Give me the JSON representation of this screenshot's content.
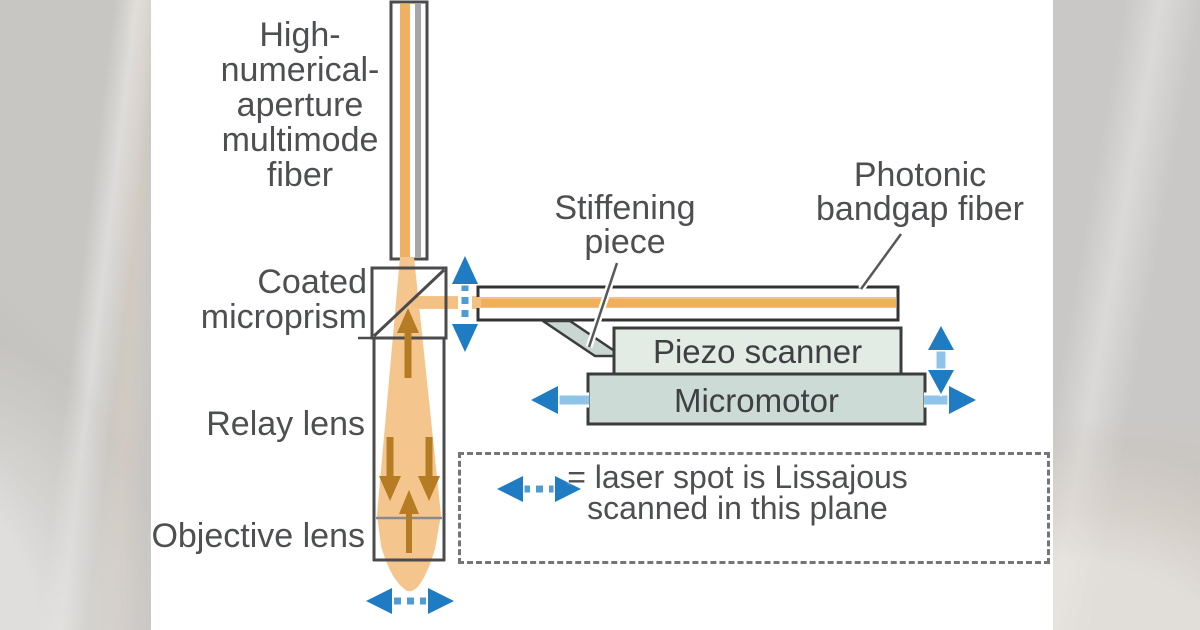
{
  "figure": {
    "type": "optical-schematic",
    "description": "Fiber-optic Lissajous scanning probe schematic",
    "background": "#ffffff",
    "side_panel_color": "#c8c6c3"
  },
  "labels": {
    "multimode_fiber": {
      "lines": [
        "High-",
        "numerical-",
        "aperture",
        "multimode",
        "fiber"
      ]
    },
    "coated_microprism": {
      "lines": [
        "Coated",
        "microprism"
      ]
    },
    "relay_lens": "Relay lens",
    "objective_lens": "Objective lens",
    "stiffening_piece": {
      "lines": [
        "Stiffening",
        "piece"
      ]
    },
    "photonic_bandgap_fiber": {
      "lines": [
        "Photonic",
        "bandgap fiber"
      ]
    },
    "piezo_scanner": "Piezo scanner",
    "micromotor": "Micromotor"
  },
  "legend": {
    "icon": "double-headed-dashed-arrow",
    "lines": [
      "= laser spot is Lissajous",
      "scanned in this plane"
    ]
  },
  "icons": {
    "scan_arrows": "blue double-headed arrows indicating Lissajous scan planes",
    "beam_arrows": "dark orange arrows indicating light propagation direction"
  },
  "colors": {
    "beam_orange": "#f4c68e",
    "core_orange": "#f0b062",
    "beam_arrow_brown": "#b57c24",
    "scan_arrow_blue": "#1f7cc2",
    "scan_arrow_blue_light": "#8ec4ea",
    "scan_arrow_blue_dash": "#4f9cd3",
    "piezo_fill": "#e2ebe4",
    "micromotor_fill": "#ccdbd5",
    "stiffening_fill": "#c9d6d1",
    "outline_dark": "#3c3c3e",
    "text_gray": "#4e4f51"
  }
}
